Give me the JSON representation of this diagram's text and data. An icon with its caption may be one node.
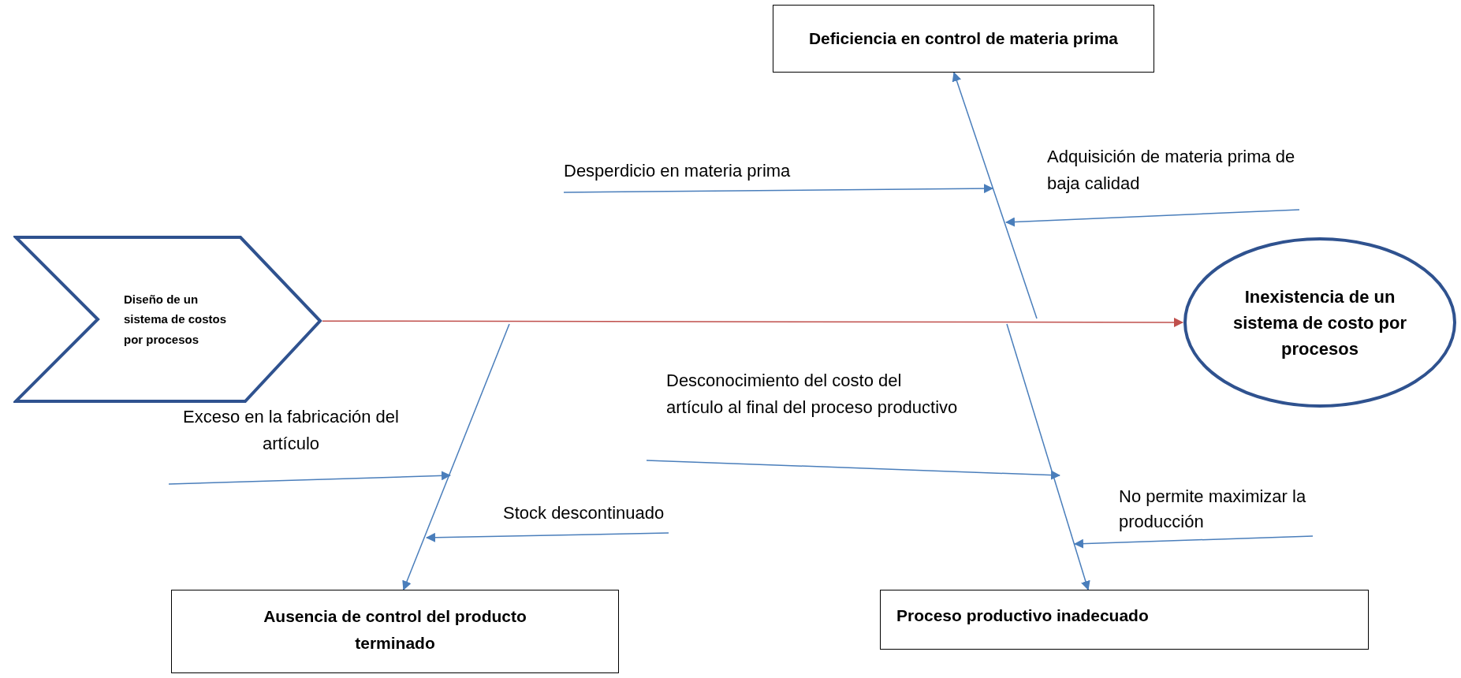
{
  "diagram": {
    "nodes": [
      {
        "text": [
          "Diseño de un sistema de costos por procesos"
        ]
      },
      {
        "text": [
          "Inexistencia de un sistema de costo por procesos"
        ]
      },
      {
        "text": [
          "Deficiencia en control de materia prima"
        ]
      },
      {
        "text": [
          "Ausencia de control del producto terminado"
        ]
      },
      {
        "text": [
          "Proceso productivo inadecuado"
        ]
      },
      {
        "text": [
          "Desperdicio en materia prima"
        ]
      },
      {
        "text": [
          "Adquisición de materia prima de baja calidad"
        ]
      },
      {
        "text": [
          "Exceso en la fabricación del artículo"
        ]
      },
      {
        "text": [
          "Stock descontinuado"
        ]
      },
      {
        "text": [
          "Desconocimiento del costo del artículo al final del proceso productivo"
        ]
      },
      {
        "text": [
          "No permite maximizar la producción"
        ]
      }
    ],
    "edges": [
      {
        "from": 0,
        "to": 1,
        "arrow": "to",
        "color": "#c0504d"
      },
      {
        "from": null,
        "to": 2,
        "arrow": "to"
      },
      {
        "from": null,
        "to": 3,
        "arrow": "to"
      },
      {
        "from": null,
        "to": 4,
        "arrow": "to"
      },
      {
        "from": 5,
        "to": null,
        "arrow": "to"
      },
      {
        "from": 6,
        "to": null,
        "arrow": "to"
      },
      {
        "from": 7,
        "to": null,
        "arrow": "to"
      },
      {
        "from": 8,
        "to": null,
        "arrow": "to"
      },
      {
        "from": 9,
        "to": null,
        "arrow": "to"
      },
      {
        "from": 10,
        "to": null,
        "arrow": "to"
      }
    ]
  }
}
